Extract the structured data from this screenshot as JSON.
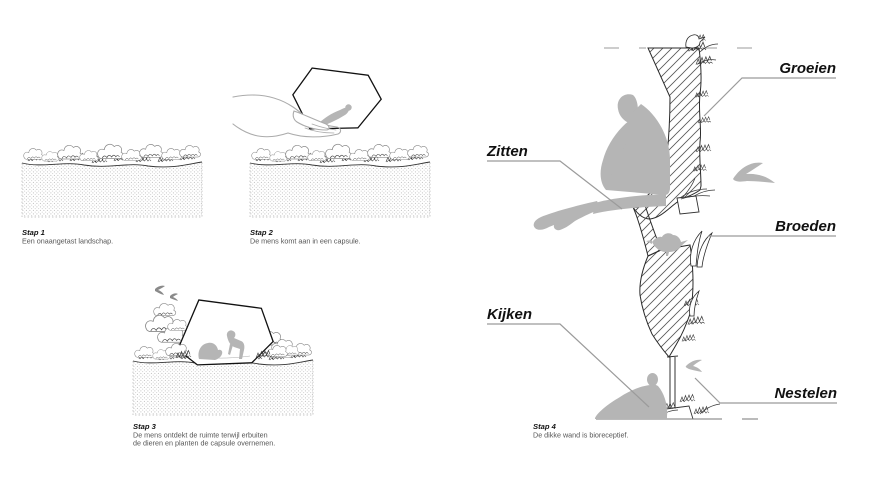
{
  "page": {
    "background": "#ffffff",
    "type": "architectural concept diagram"
  },
  "colors": {
    "ink": "#222222",
    "silhouette_gray": "#b5b5b5",
    "leader_line_gray": "#9b9b9b",
    "hatch_gray": "#555555",
    "vegetation_dark": "#3a3a3a",
    "stipple_dot": "#b8b8b8",
    "hand_outline": "#aaaaaa"
  },
  "steps": [
    {
      "title": "Stap 1",
      "lines": [
        "Een onaangetast landschap."
      ]
    },
    {
      "title": "Stap 2",
      "lines": [
        "De mens komt aan in een capsule."
      ]
    },
    {
      "title": "Stap 3",
      "lines": [
        "De mens ontdekt de ruimte terwijl erbuiten",
        "de dieren en planten de capsule overnemen."
      ]
    },
    {
      "title": "Stap 4",
      "lines": [
        "De dikke wand is bioreceptief."
      ]
    }
  ],
  "wall_labels": {
    "groeien": "Groeien",
    "zitten": "Zitten",
    "broeden": "Broeden",
    "kijken": "Kijken",
    "nestelen": "Nestelen"
  }
}
